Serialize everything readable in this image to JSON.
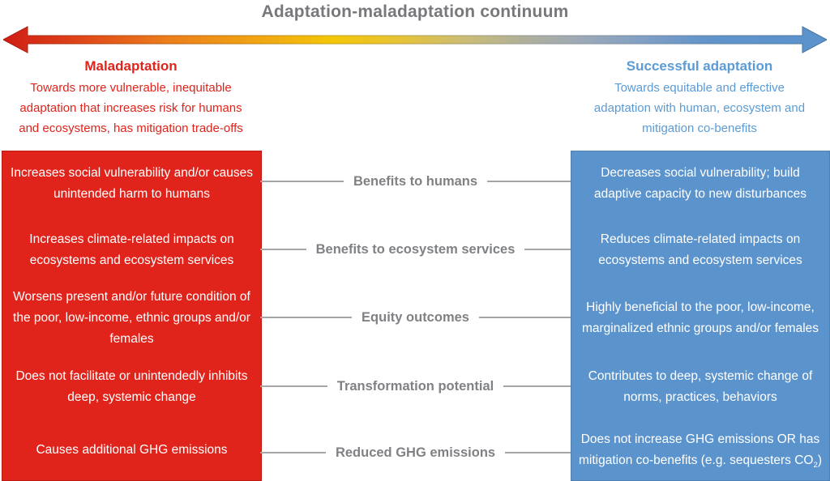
{
  "title": "Adaptation-maladaptation continuum",
  "left": {
    "heading": "Maladaptation",
    "subheading": "Towards more vulnerable, inequitable adaptation that increases risk for humans and ecosystems, has mitigation trade-offs",
    "items": [
      "Increases social vulnerability and/or causes unintended harm to humans",
      "Increases climate-related impacts on ecosystems and ecosystem services",
      "Worsens present and/or future condition of the poor, low-income, ethnic groups and/or females",
      "Does not facilitate or unintendedly inhibits deep, systemic change",
      "Causes additional GHG emissions"
    ]
  },
  "right": {
    "heading": "Successful adaptation",
    "subheading": "Towards equitable and effective adaptation with human, ecosystem and mitigation co-benefits",
    "items": [
      "Decreases social vulnerability; build adaptive capacity to new disturbances",
      "Reduces climate-related impacts on ecosystems and ecosystem services",
      "Highly beneficial to the poor, low-income, marginalized ethnic groups and/or females",
      "Contributes to deep, systemic change of norms, practices, behaviors"
    ],
    "item5": {
      "pre": "Does not increase GHG emissions OR has mitigation co-benefits (e.g. sequesters CO",
      "sub": "2",
      "post": ")"
    }
  },
  "criteria": [
    "Benefits to humans",
    "Benefits to ecosystem services",
    "Equity outcomes",
    "Transformation potential",
    "Reduced GHG emissions"
  ],
  "colors": {
    "maladaptation_red": "#e0241b",
    "adaptation_blue": "#5b93cc",
    "criteria_gray": "#7f8184",
    "title_gray": "#77787b",
    "connector_gray": "#a6a6a6",
    "arrow_gradient": [
      "#cf1e15",
      "#ec7e1b",
      "#f3c608",
      "#cbbd76",
      "#9da9b6",
      "#5b93cc"
    ]
  }
}
